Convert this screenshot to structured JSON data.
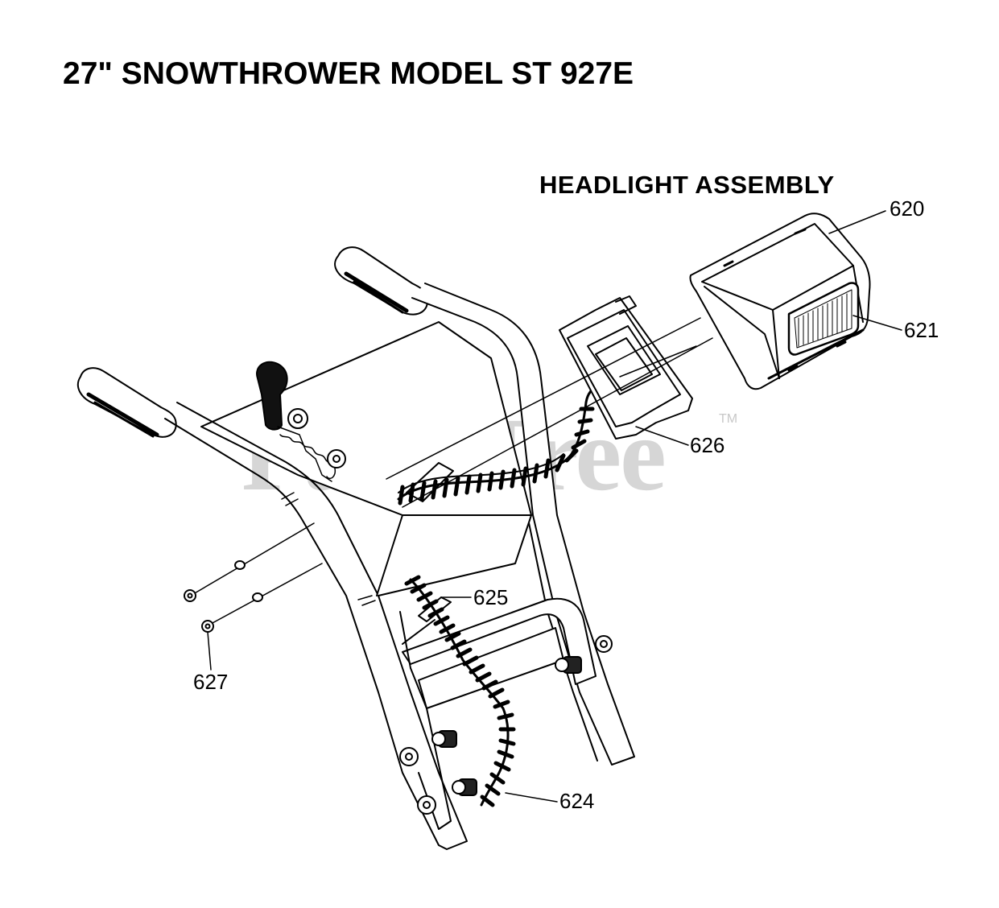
{
  "title": "27\" SNOWTHROWER MODEL ST 927E",
  "subtitle": "HEADLIGHT ASSEMBLY",
  "watermark": "PartsTree",
  "watermark_tm": "TM",
  "callouts": {
    "c620": "620",
    "c621": "621",
    "c626": "626",
    "c625": "625",
    "c627": "627",
    "c624": "624"
  }
}
